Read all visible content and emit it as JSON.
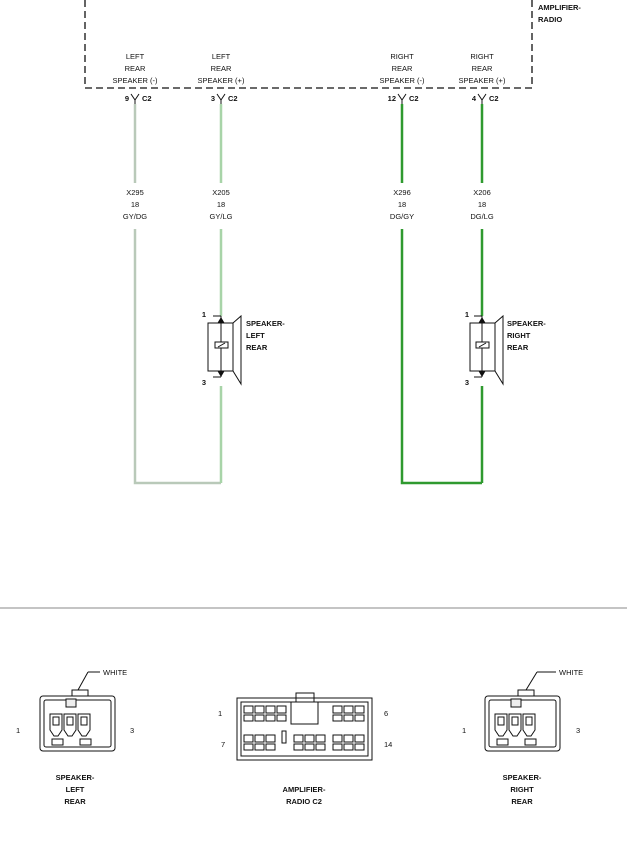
{
  "module": {
    "name_lines": [
      "AMPLIFIER-",
      "RADIO"
    ]
  },
  "pins": [
    {
      "label_lines": [
        "LEFT",
        "REAR",
        "SPEAKER (-)"
      ],
      "pin": "9",
      "connector": "C2",
      "wire_id": "X295",
      "gauge": "18",
      "color_code": "GY/DG",
      "wire_color": "#b9c9b9"
    },
    {
      "label_lines": [
        "LEFT",
        "REAR",
        "SPEAKER (+)"
      ],
      "pin": "3",
      "connector": "C2",
      "wire_id": "X205",
      "gauge": "18",
      "color_code": "GY/LG",
      "wire_color": "#a8d4a8"
    },
    {
      "label_lines": [
        "RIGHT",
        "REAR",
        "SPEAKER (-)"
      ],
      "pin": "12",
      "connector": "C2",
      "wire_id": "X296",
      "gauge": "18",
      "color_code": "DG/GY",
      "wire_color": "#2f9a2f"
    },
    {
      "label_lines": [
        "RIGHT",
        "REAR",
        "SPEAKER (+)"
      ],
      "pin": "4",
      "connector": "C2",
      "wire_id": "X206",
      "gauge": "18",
      "color_code": "DG/LG",
      "wire_color": "#2f9a2f"
    }
  ],
  "speakers": [
    {
      "name_lines": [
        "SPEAKER-",
        "LEFT",
        "REAR"
      ],
      "pin_top": "1",
      "pin_bottom": "3"
    },
    {
      "name_lines": [
        "SPEAKER-",
        "RIGHT",
        "REAR"
      ],
      "pin_top": "1",
      "pin_bottom": "3"
    }
  ],
  "connector_views": {
    "left": {
      "color_label": "WHITE",
      "pin_left": "1",
      "pin_right": "3",
      "name_lines": [
        "SPEAKER-",
        "LEFT",
        "REAR"
      ]
    },
    "center": {
      "pin_tl": "1",
      "pin_tr": "6",
      "pin_bl": "7",
      "pin_br": "14",
      "name_lines": [
        "AMPLIFIER-",
        "RADIO C2"
      ]
    },
    "right": {
      "color_label": "WHITE",
      "pin_left": "1",
      "pin_right": "3",
      "name_lines": [
        "SPEAKER-",
        "RIGHT",
        "REAR"
      ]
    }
  }
}
